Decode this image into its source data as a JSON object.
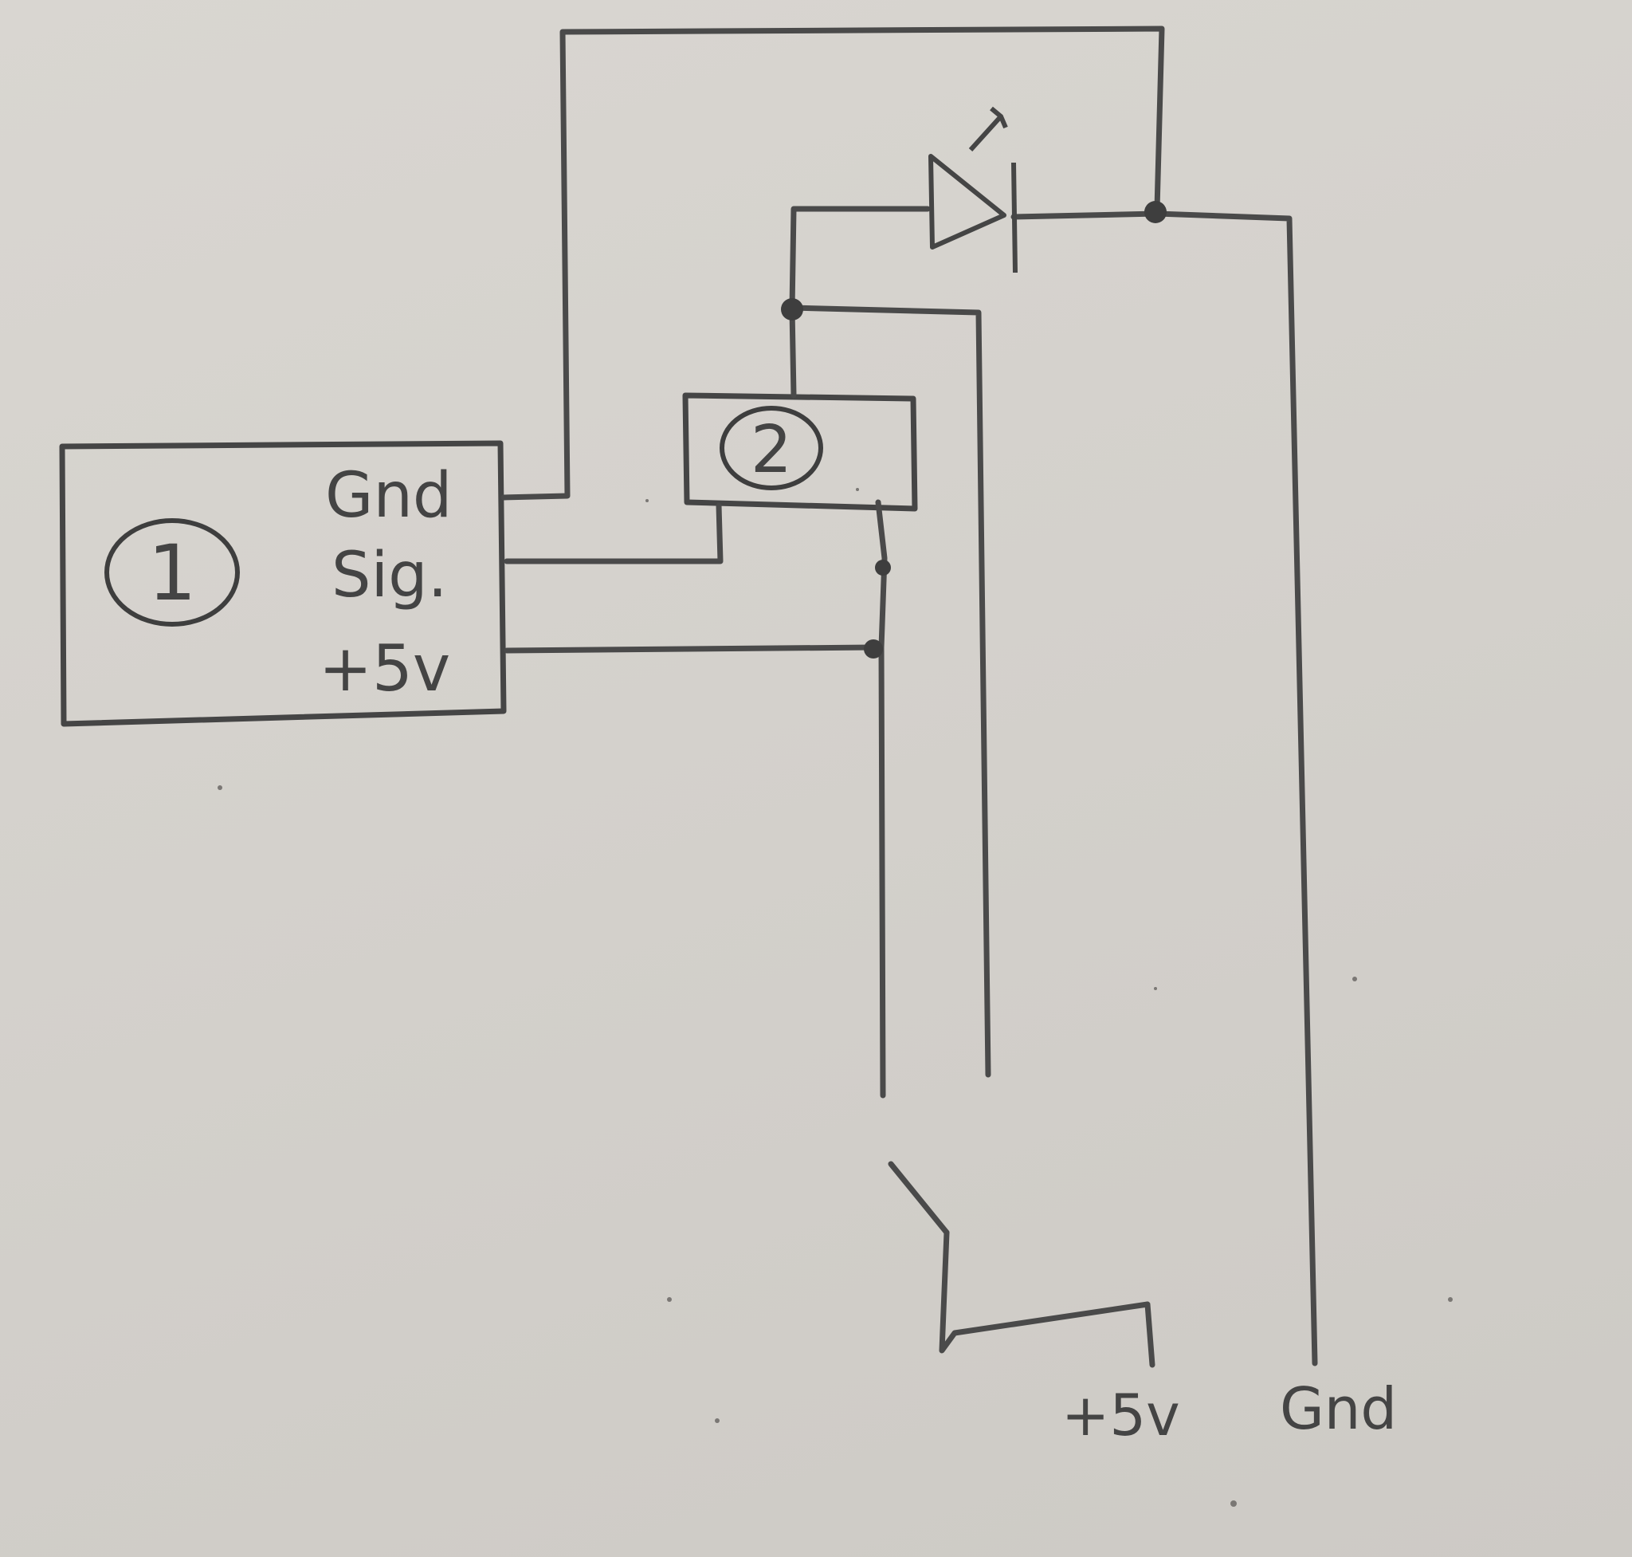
{
  "module1": {
    "number": "1",
    "pins": {
      "gnd": "Gnd",
      "sig": "Sig.",
      "vcc": "+5v"
    }
  },
  "module2": {
    "number": "2"
  },
  "terminals": {
    "vcc": "+5v",
    "gnd": "Gnd"
  },
  "colors": {
    "paper": "#d6d3ce",
    "pencil": "#4a4a4a"
  }
}
